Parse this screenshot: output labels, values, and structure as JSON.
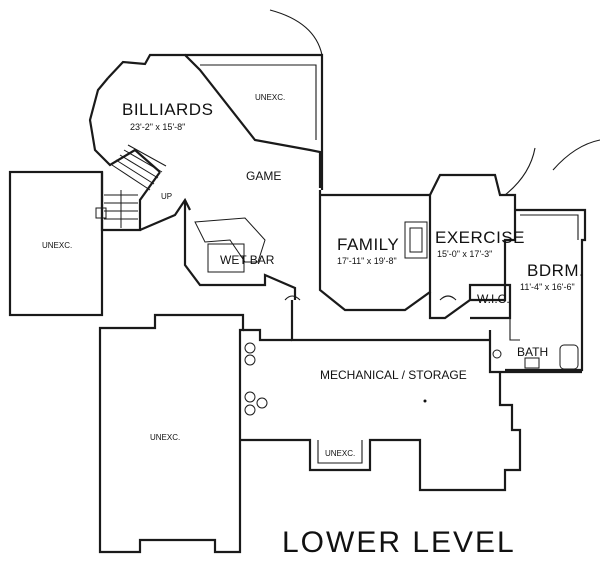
{
  "plan": {
    "title": "LOWER LEVEL",
    "rooms": {
      "billiards": {
        "name": "BILLIARDS",
        "dims": "23'-2\" x 15'-8\""
      },
      "unexc_top": {
        "name": "UNEXC."
      },
      "game": {
        "name": "GAME"
      },
      "up": {
        "name": "UP"
      },
      "unexc_left": {
        "name": "UNEXC."
      },
      "wet_bar": {
        "name": "WET BAR"
      },
      "family": {
        "name": "FAMILY",
        "dims": "17'-11\" x 19'-8\""
      },
      "exercise": {
        "name": "EXERCISE",
        "dims": "15'-0\" x 17'-3\""
      },
      "bedroom": {
        "name": "BDRM.",
        "dims": "11'-4\" x 16'-6\""
      },
      "wic": {
        "name": "W.I.C."
      },
      "bath": {
        "name": "BATH"
      },
      "mechanical": {
        "name": "MECHANICAL / STORAGE"
      },
      "unexc_main": {
        "name": "UNEXC."
      },
      "unexc_bottom": {
        "name": "UNEXC."
      }
    }
  }
}
